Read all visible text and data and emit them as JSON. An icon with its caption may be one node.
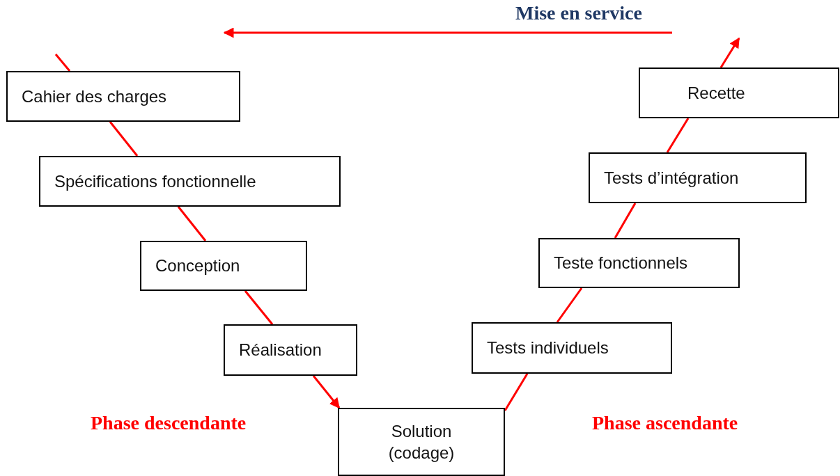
{
  "diagram": {
    "nodes": [
      {
        "text": [
          "Cahier des charges"
        ]
      },
      {
        "text": [
          "Spécifications fonctionnelle"
        ]
      },
      {
        "text": [
          "Conception"
        ]
      },
      {
        "text": [
          "Réalisation"
        ]
      },
      {
        "text": [
          "Solution (codage)"
        ]
      },
      {
        "text": [
          "Tests individuels"
        ]
      },
      {
        "text": [
          "Teste fonctionnels"
        ]
      },
      {
        "text": [
          "Tests d’intégration"
        ]
      },
      {
        "text": [
          "Recette"
        ]
      }
    ],
    "edges": [
      {
        "from": null,
        "to": 0,
        "arrow": "none"
      },
      {
        "from": 0,
        "to": 1,
        "arrow": "none"
      },
      {
        "from": 1,
        "to": 2,
        "arrow": "none"
      },
      {
        "from": 2,
        "to": 3,
        "arrow": "none"
      },
      {
        "from": 3,
        "to": 4,
        "arrow": "to"
      },
      {
        "from": 4,
        "to": 5,
        "arrow": "none"
      },
      {
        "from": 5,
        "to": 6,
        "arrow": "none"
      },
      {
        "from": 6,
        "to": 7,
        "arrow": "none"
      },
      {
        "from": 7,
        "to": 8,
        "arrow": "none"
      },
      {
        "from": 8,
        "to": null,
        "arrow": "to"
      }
    ],
    "labels": [
      "Mise en service",
      "Phase descendante",
      "Phase ascendante"
    ]
  }
}
